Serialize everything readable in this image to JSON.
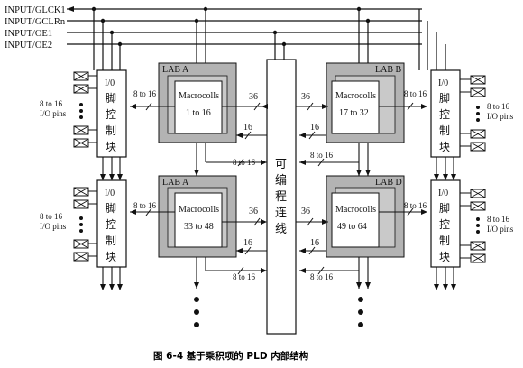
{
  "inputs": [
    "INPUT/GLCK1",
    "INPUT/GCLRn",
    "INPUT/OE1",
    "INPUT/OE2"
  ],
  "labs": [
    {
      "title": "LAB A",
      "macro": "Macrocolls",
      "range": "1 to 16"
    },
    {
      "title": "LAB B",
      "macro": "Macrocolls",
      "range": "17 to 32"
    },
    {
      "title": "LAB A",
      "macro": "Macrocolls",
      "range": "33 to 48"
    },
    {
      "title": "LAB D",
      "macro": "Macrocolls",
      "range": "49 to 64"
    }
  ],
  "io_block": {
    "l1": "I/0",
    "l2": "脚",
    "l3": "控",
    "l4": "制",
    "l5": "块"
  },
  "interconnect": {
    "c1": "可",
    "c2": "编",
    "c3": "程",
    "c4": "连",
    "c5": "线"
  },
  "bus": {
    "n36": "36",
    "n16": "16",
    "n8to16": "8 to 16"
  },
  "pins": {
    "l1": "8 to 16",
    "l2": "I/O pins"
  },
  "caption": "图 6-4   基于乘积项的 PLD 内部结构"
}
